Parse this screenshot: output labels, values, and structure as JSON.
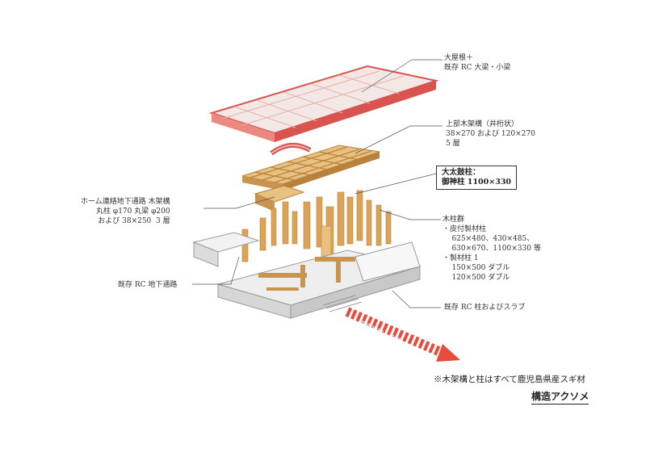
{
  "labels": {
    "roof": "大屋根＋\n既存 RC 大梁・小梁",
    "upper_frame": "上部木架構（井桁状）\n38×270 および 120×270\n5 層",
    "big_column": "大太鼓柱：\n御神柱 1100×330",
    "home_frame": "ホーム連絡地下通路 木架構\n丸柱 φ170 丸梁 φ200\nおよび 38×250  3 層",
    "column_group": "木柱群\n・皮付製材柱\n    625×480、430×485、\n    630×670、1100×330 等\n・製材柱 1\n    150×500 ダブル\n    120×500 ダブル",
    "underpass": "既存 RC 地下通路",
    "rc_slab": "既存 RC 柱およびスラブ"
  },
  "arrow_text": "霧島神宮への軸",
  "footnote": "※木架構と柱はすべて鹿児島県産スギ材",
  "title": "構造アクソメ",
  "colors": {
    "roof_red": "#d9534f",
    "roof_fill": "#f4e8e6",
    "wood": "#d9a45a",
    "wood_dark": "#b9823a",
    "concrete": "#e6e6e6",
    "arrow_red": "#e84a3c"
  }
}
